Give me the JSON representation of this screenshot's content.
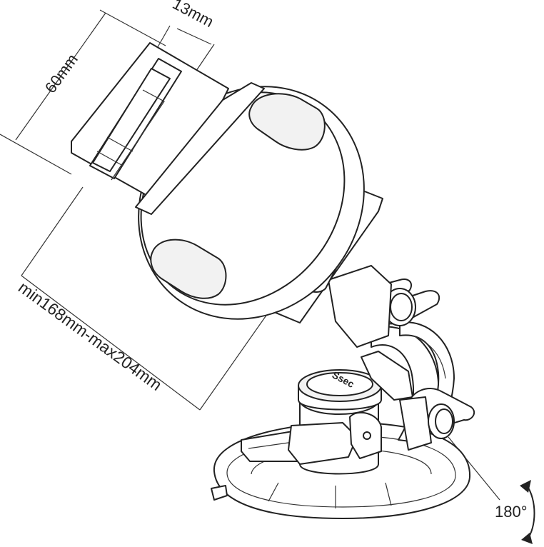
{
  "dimensions": {
    "depth_label": "13mm",
    "height_label": "60mm",
    "width_range_label": "min168mm-max204mm",
    "rotation_label": "180°"
  },
  "product": {
    "cap_logo_text": "Ssec"
  }
}
